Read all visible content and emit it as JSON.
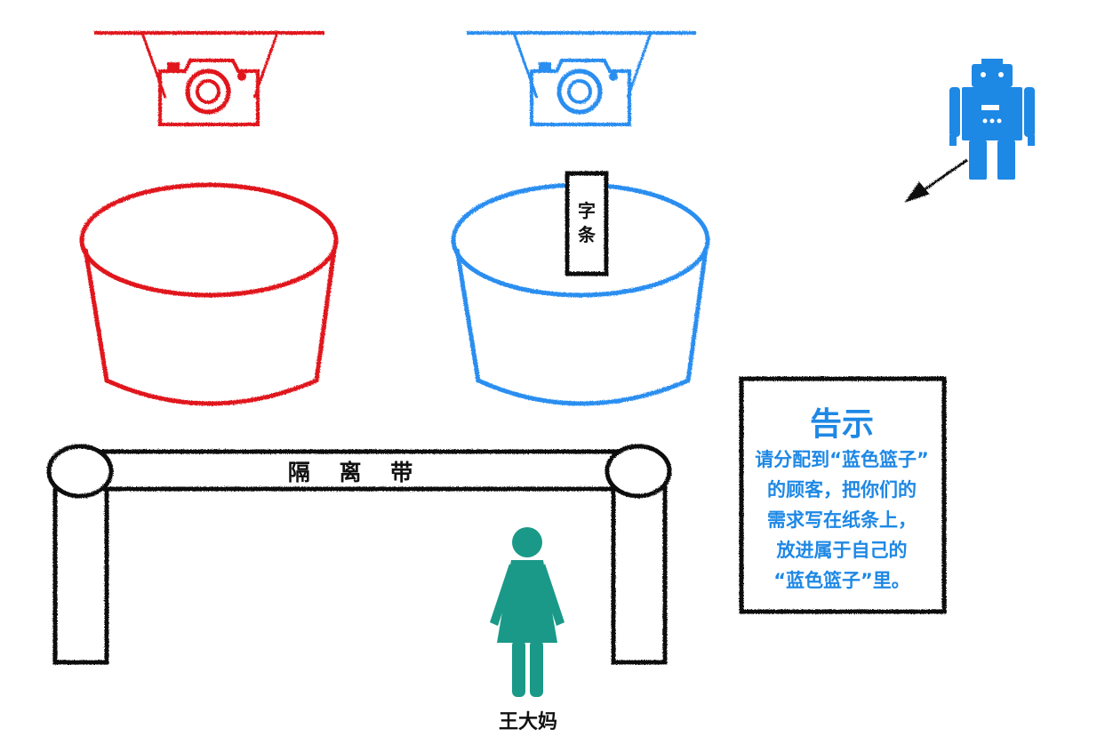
{
  "colors": {
    "red": "#e0131b",
    "blue": "#2a8ef0",
    "black": "#111111",
    "teal": "#1a9988",
    "robot_blue": "#1e88e5"
  },
  "icons": {
    "red_camera": "camera-icon",
    "blue_camera": "camera-icon",
    "robot": "robot-icon",
    "person": "woman-icon"
  },
  "slip": {
    "chars": [
      "字",
      "条"
    ]
  },
  "barrier": {
    "label": "隔 离 带"
  },
  "person": {
    "name": "王大妈"
  },
  "notice": {
    "title": "告示",
    "lines": [
      "请分配到“蓝色篮子”",
      "的顾客，把你们的",
      "需求写在纸条上，",
      "放进属于自己的",
      "“蓝色篮子”里。"
    ]
  }
}
